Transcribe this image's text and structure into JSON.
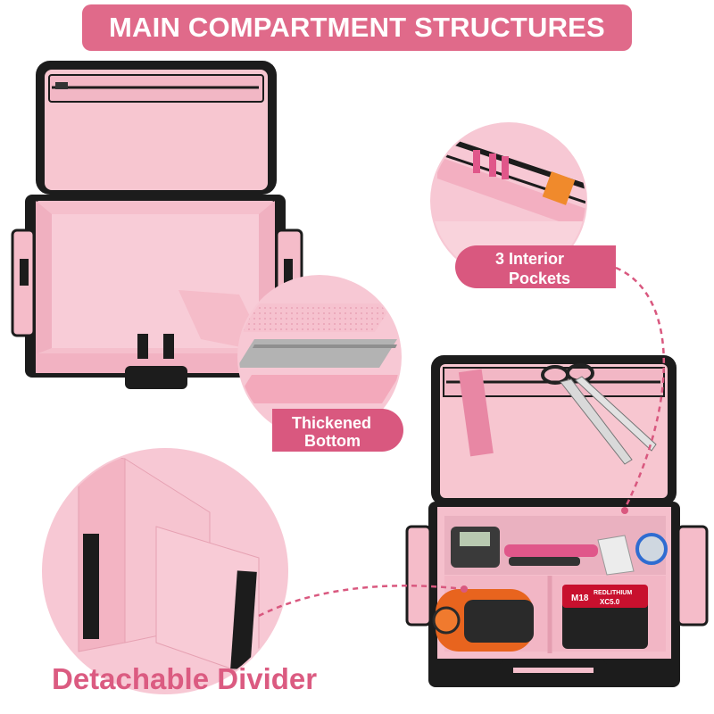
{
  "title": "MAIN COMPARTMENT STRUCTURES",
  "callouts": {
    "pockets_line1": "3 Interior",
    "pockets_line2": "Pockets",
    "bottom_line1": "Thickened",
    "bottom_line2": "Bottom",
    "divider": "Detachable Divider"
  },
  "product_markings": {
    "battery_brand": "M18",
    "battery_line1": "REDLITHIUM",
    "battery_line2": "XC5.0"
  },
  "colors": {
    "accent": "#e06a8a",
    "bag_pink": "#f7c6d0",
    "bag_trim": "#1c1c1c",
    "layer_pink": "#f3a9bb",
    "layer_grey": "#b5b5b5"
  }
}
